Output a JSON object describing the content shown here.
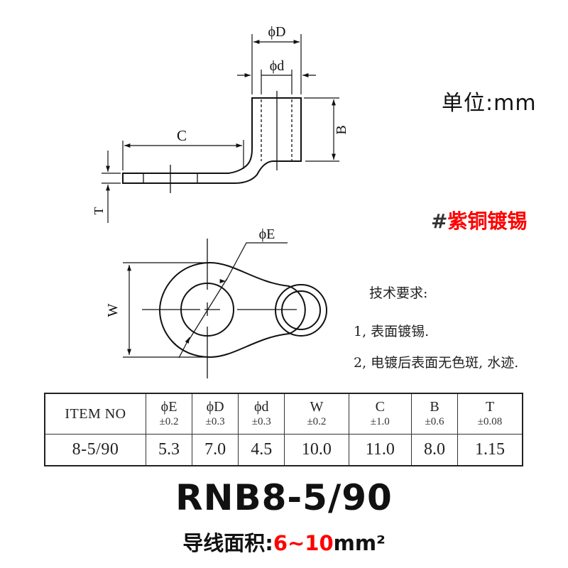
{
  "drawing": {
    "side_view_labels": {
      "outer_diameter": "ϕD",
      "inner_diameter": "ϕd",
      "barrel_height": "B",
      "tongue_length": "C",
      "thickness": "T"
    },
    "top_view_labels": {
      "hole_diameter": "ϕE",
      "width": "W"
    }
  },
  "unit": {
    "label": "单位:mm"
  },
  "material": {
    "hash": "#",
    "name": "紫铜镀锡",
    "color": "#ff0000"
  },
  "requirements": {
    "title": "技术要求:",
    "items": [
      "1, 表面镀锡.",
      "2, 电镀后表面无色斑, 水迹."
    ]
  },
  "spec_table": {
    "item_header": "ITEM NO",
    "columns": [
      {
        "name": "ϕE",
        "tolerance": "±0.2"
      },
      {
        "name": "ϕD",
        "tolerance": "±0.3"
      },
      {
        "name": "ϕd",
        "tolerance": "±0.3"
      },
      {
        "name": "W",
        "tolerance": "±0.2"
      },
      {
        "name": "C",
        "tolerance": "±1.0"
      },
      {
        "name": "B",
        "tolerance": "±0.6"
      },
      {
        "name": "T",
        "tolerance": "±0.08"
      }
    ],
    "rows": [
      {
        "item": "8-5/90",
        "values": [
          "5.3",
          "7.0",
          "4.5",
          "10.0",
          "11.0",
          "8.0",
          "1.15"
        ]
      }
    ]
  },
  "model": {
    "name": "RNB8-5/90"
  },
  "wire_area": {
    "label": "导线面积:",
    "range": "6~10",
    "unit": "mm²",
    "range_color": "#ff0000"
  }
}
